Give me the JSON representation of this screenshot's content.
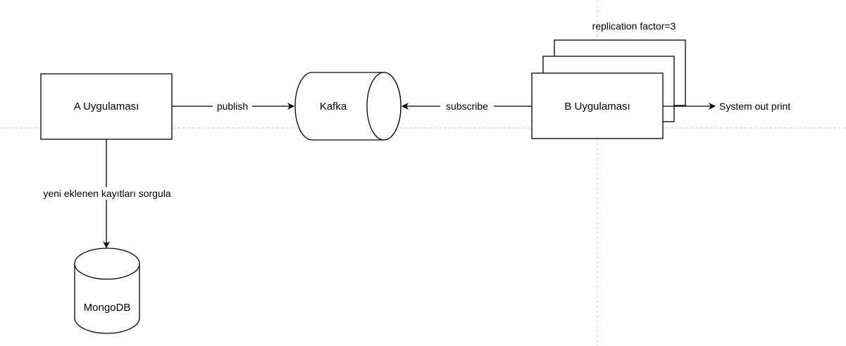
{
  "nodes": {
    "a_app": "A Uygulaması",
    "kafka": "Kafka",
    "b_app": "B Uygulaması",
    "mongodb": "MongoDB"
  },
  "edges": {
    "publish": "publish",
    "subscribe": "subscribe",
    "query": "yeni eklenen kayıtları sorgula",
    "system_out": "System out print"
  },
  "annotations": {
    "replication": "replication factor=3"
  },
  "colors": {
    "stroke": "#000000",
    "guide": "#c8c8c8",
    "background": "#ffffff"
  }
}
